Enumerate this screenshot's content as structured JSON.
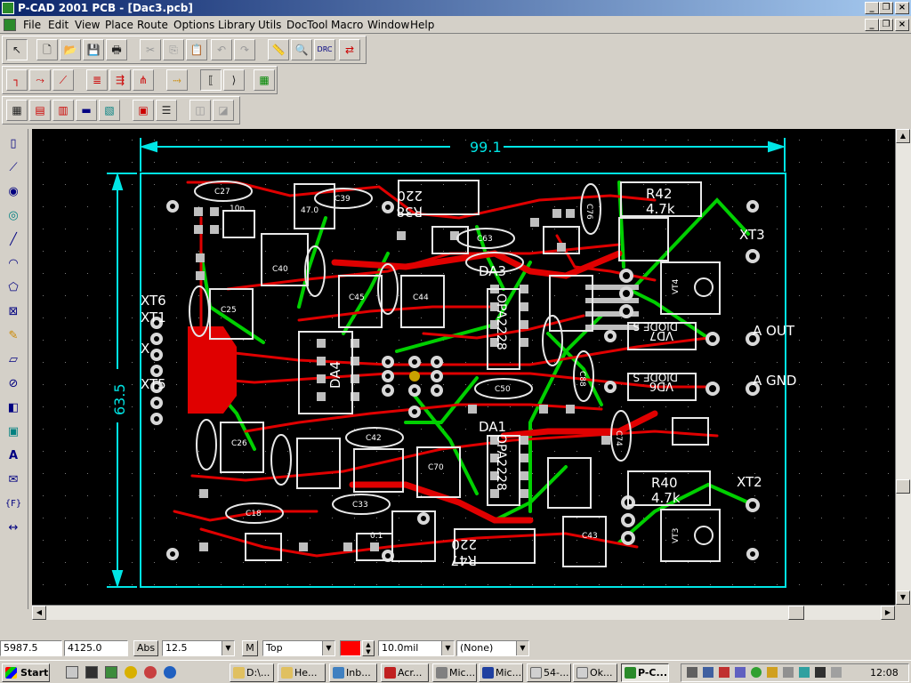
{
  "window": {
    "title": "P-CAD 2001 PCB - [Dac3.pcb]"
  },
  "menu": [
    "File",
    "Edit",
    "View",
    "Place",
    "Route",
    "Options",
    "Library",
    "Utils",
    "DocTool",
    "Macro",
    "Window",
    "Help"
  ],
  "board": {
    "width_dim": "99.1",
    "height_dim": "63.5",
    "labels": {
      "xt6": "XT6",
      "xt1": "XT1",
      "xt5": "XT5",
      "xt3": "XT3",
      "xt2": "XT2",
      "x": "X",
      "a_out": "A OUT",
      "a_gnd": "A GND",
      "r42_name": "R42",
      "r42_val": "4.7k",
      "r40_name": "R40",
      "r40_val": "4.7k",
      "r38_name": "R38",
      "r38_val": "220",
      "r47_name": "R47",
      "r47_val": "220",
      "da4": "DA4",
      "da1": "DA1",
      "da3": "DA3",
      "opa_top": "OPA2228",
      "opa_bot": "OPA2228",
      "vd7": "VD7",
      "vd6": "VD6",
      "diode1": "DIODE S",
      "diode2": "DIODE S",
      "vt4": "VT4",
      "vt3": "VT3",
      "c27": "C27",
      "c39": "C39",
      "c63": "C63",
      "c76": "C76",
      "c18": "C18",
      "c33": "C33",
      "c42": "C42",
      "c40": "C40",
      "c45": "C45",
      "c44": "C44",
      "c25": "C25",
      "c26": "C26",
      "c43": "C43",
      "c70": "C70",
      "c74": "C74",
      "c88": "C88",
      "c50": "C50",
      "v47": "47.0",
      "v10n": "10n",
      "v01": "0.1"
    }
  },
  "status": {
    "x": "5987.5",
    "y": "4125.0",
    "abs": "Abs",
    "grid": "12.5",
    "m": "M",
    "layer": "Top",
    "width": "10.0mil",
    "net": "(None)",
    "layer_color": "#ff0000"
  },
  "taskbar": {
    "start": "Start",
    "tasks": [
      "D:\\...",
      "He...",
      "Inb...",
      "Acr...",
      "Mic...",
      "Mic...",
      "54-...",
      "Ok...",
      "P-C..."
    ],
    "clock": "12:08"
  }
}
